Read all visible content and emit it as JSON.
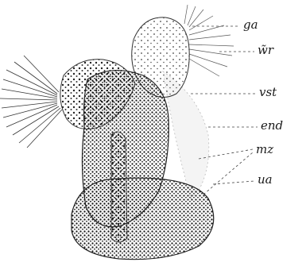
{
  "labels": {
    "ga": "ga",
    "wr": "w̃r",
    "vst": "vst",
    "end": "end",
    "mz": "mz",
    "ua": "ua"
  }
}
